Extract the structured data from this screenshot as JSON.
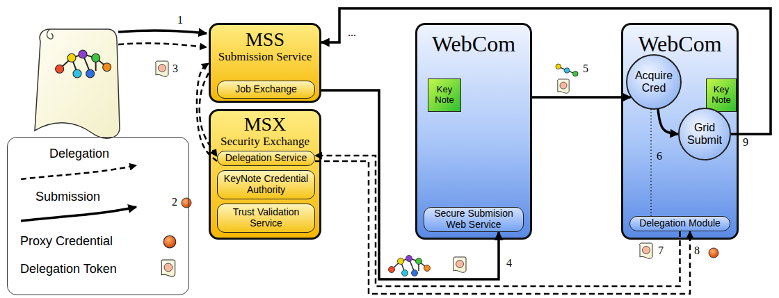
{
  "diagram": {
    "nodes": [
      {
        "text": [
          "MSS",
          "Submission Service"
        ]
      },
      {
        "text": [
          "Job Exchange"
        ],
        "in": 0
      },
      {
        "text": [
          "MSX",
          "Security Exchange"
        ]
      },
      {
        "text": [
          "Delegation Service"
        ],
        "in": 2
      },
      {
        "text": [
          "KeyNote Credential Authority"
        ],
        "in": 2
      },
      {
        "text": [
          "Trust Validation Service"
        ],
        "in": 2
      },
      {
        "text": [
          "WebCom"
        ]
      },
      {
        "text": [
          "Key Note"
        ],
        "in": 6
      },
      {
        "text": [
          "Secure Submision Web Service"
        ],
        "in": 6
      },
      {
        "text": [
          "WebCom"
        ]
      },
      {
        "text": [
          "Acquire Cred"
        ],
        "in": 9
      },
      {
        "text": [
          "Key Note"
        ],
        "in": 9
      },
      {
        "text": [
          "Grid Submit"
        ],
        "in": 9
      },
      {
        "text": [
          "Delegation Module"
        ],
        "in": 9
      }
    ],
    "edges": [
      {
        "from": 0,
        "to": 8,
        "arrow": "to"
      },
      {
        "from": 6,
        "to": 10,
        "arrow": "to"
      },
      {
        "from": 10,
        "to": 12,
        "arrow": "to"
      },
      {
        "from": 12,
        "to": 0,
        "arrow": "to"
      },
      {
        "from": 0,
        "to": 3,
        "arrow": "to"
      },
      {
        "from": 3,
        "to": 0,
        "arrow": "to"
      },
      {
        "from": 3,
        "to": 13,
        "arrow": "to"
      },
      {
        "from": 13,
        "to": 3,
        "arrow": "to"
      },
      {
        "from": 10,
        "to": 13,
        "arrow": "none"
      }
    ],
    "labels": [
      "1",
      "2",
      "3",
      "4",
      "5",
      "6",
      "7",
      "8",
      "9",
      "..."
    ],
    "legend": [
      {
        "text": "Delegation"
      },
      {
        "text": "Submission"
      },
      {
        "text": "Proxy Credential"
      },
      {
        "text": "Delegation Token"
      }
    ]
  }
}
